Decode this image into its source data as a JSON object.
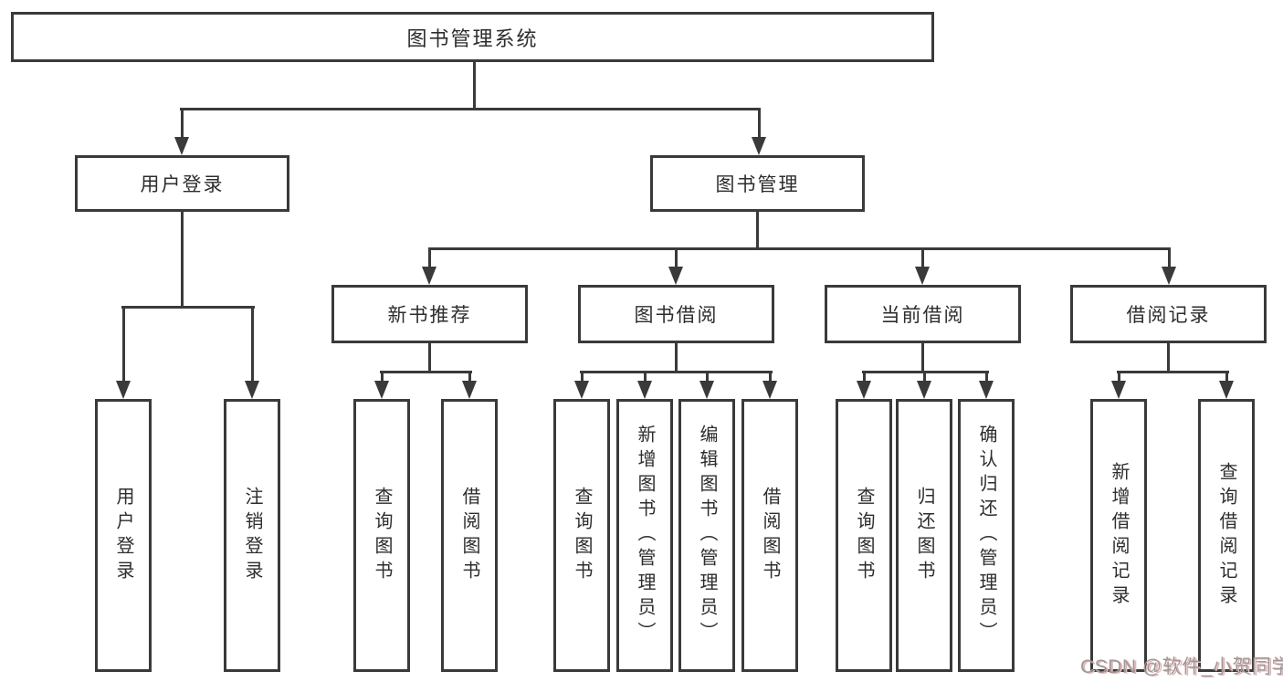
{
  "diagram": {
    "root": {
      "label": "图书管理系统"
    },
    "level2": [
      {
        "label": "用户登录"
      },
      {
        "label": "图书管理"
      }
    ],
    "level3": [
      {
        "label": "新书推荐"
      },
      {
        "label": "图书借阅"
      },
      {
        "label": "当前借阅"
      },
      {
        "label": "借阅记录"
      }
    ],
    "leaves": [
      {
        "label": "用户登录"
      },
      {
        "label": "注销登录"
      },
      {
        "label": "查询图书"
      },
      {
        "label": "借阅图书"
      },
      {
        "label": "查询图书"
      },
      {
        "label": "新增图书（管理员）"
      },
      {
        "label": "编辑图书（管理员）"
      },
      {
        "label": "借阅图书"
      },
      {
        "label": "查询图书"
      },
      {
        "label": "归还图书"
      },
      {
        "label": "确认归还（管理员）"
      },
      {
        "label": "新增借阅记录"
      },
      {
        "label": "查询借阅记录"
      }
    ],
    "colors": {
      "line": "#3a3a3a",
      "box_fill": "#ffffff",
      "text": "#2d2d2d",
      "background": "#ffffff"
    }
  },
  "watermark": {
    "text": "CSDN @软件_小贺同学",
    "color": "#9a9a9a",
    "shadow_color": "#e8b4b4"
  }
}
